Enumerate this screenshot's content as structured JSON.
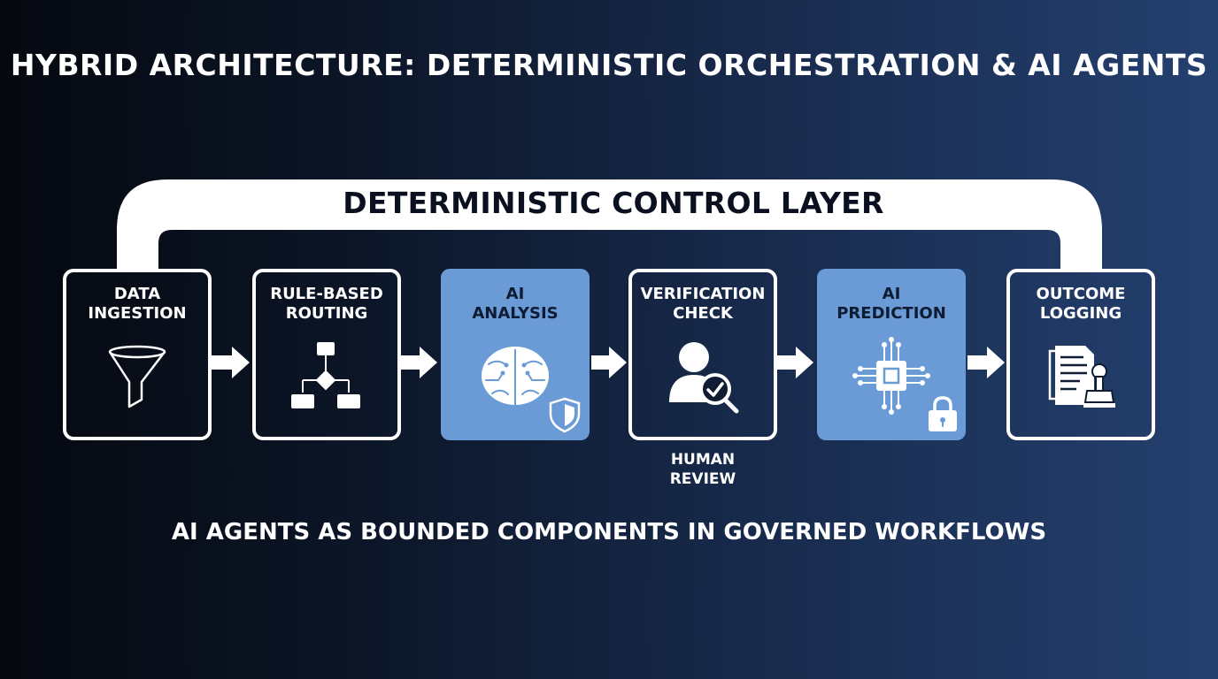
{
  "title": "HYBRID ARCHITECTURE: DETERMINISTIC ORCHESTRATION & AI AGENTS",
  "control_layer": "DETERMINISTIC CONTROL LAYER",
  "caption": "AI AGENTS AS BOUNDED COMPONENTS IN GOVERNED WORKFLOWS",
  "colors": {
    "box_border": "#ffffff",
    "ai_fill": "#6a9bd6",
    "ai_text": "#0d1b33",
    "arrow": "#ffffff"
  },
  "nodes": [
    {
      "line1": "DATA",
      "line2": "INGESTION",
      "icon": "funnel-icon",
      "type": "deterministic"
    },
    {
      "line1": "RULE-BASED",
      "line2": "ROUTING",
      "icon": "flowchart-icon",
      "type": "deterministic"
    },
    {
      "line1": "AI",
      "line2": "ANALYSIS",
      "icon": "brain-shield-icon",
      "type": "ai"
    },
    {
      "line1": "VERIFICATION",
      "line2": "CHECK",
      "icon": "person-check-icon",
      "type": "deterministic",
      "sub1": "HUMAN",
      "sub2": "REVIEW"
    },
    {
      "line1": "AI",
      "line2": "PREDICTION",
      "icon": "chip-lock-icon",
      "type": "ai"
    },
    {
      "line1": "OUTCOME",
      "line2": "LOGGING",
      "icon": "document-stamp-icon",
      "type": "deterministic"
    }
  ]
}
